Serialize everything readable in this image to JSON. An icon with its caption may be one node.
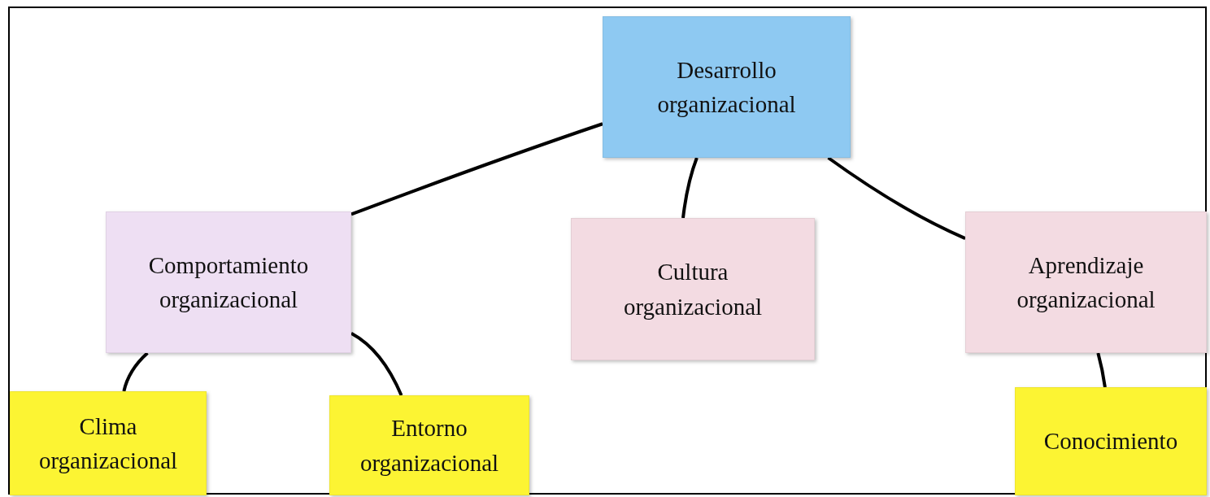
{
  "diagram": {
    "nodes": [
      {
        "text": [
          "Desarrollo organizacional"
        ]
      },
      {
        "text": [
          "Comportamiento organizacional"
        ]
      },
      {
        "text": [
          "Cultura organizacional"
        ]
      },
      {
        "text": [
          "Aprendizaje organizacional"
        ]
      },
      {
        "text": [
          "Clima organizacional"
        ]
      },
      {
        "text": [
          "Entorno organizacional"
        ]
      },
      {
        "text": [
          "Conocimiento"
        ]
      }
    ],
    "edges": [
      {
        "from": 0,
        "to": 1,
        "arrow": "none"
      },
      {
        "from": 0,
        "to": 2,
        "arrow": "none"
      },
      {
        "from": 0,
        "to": 3,
        "arrow": "none"
      },
      {
        "from": 1,
        "to": 4,
        "arrow": "none"
      },
      {
        "from": 1,
        "to": 5,
        "arrow": "none"
      },
      {
        "from": 3,
        "to": 6,
        "arrow": "none"
      }
    ]
  }
}
